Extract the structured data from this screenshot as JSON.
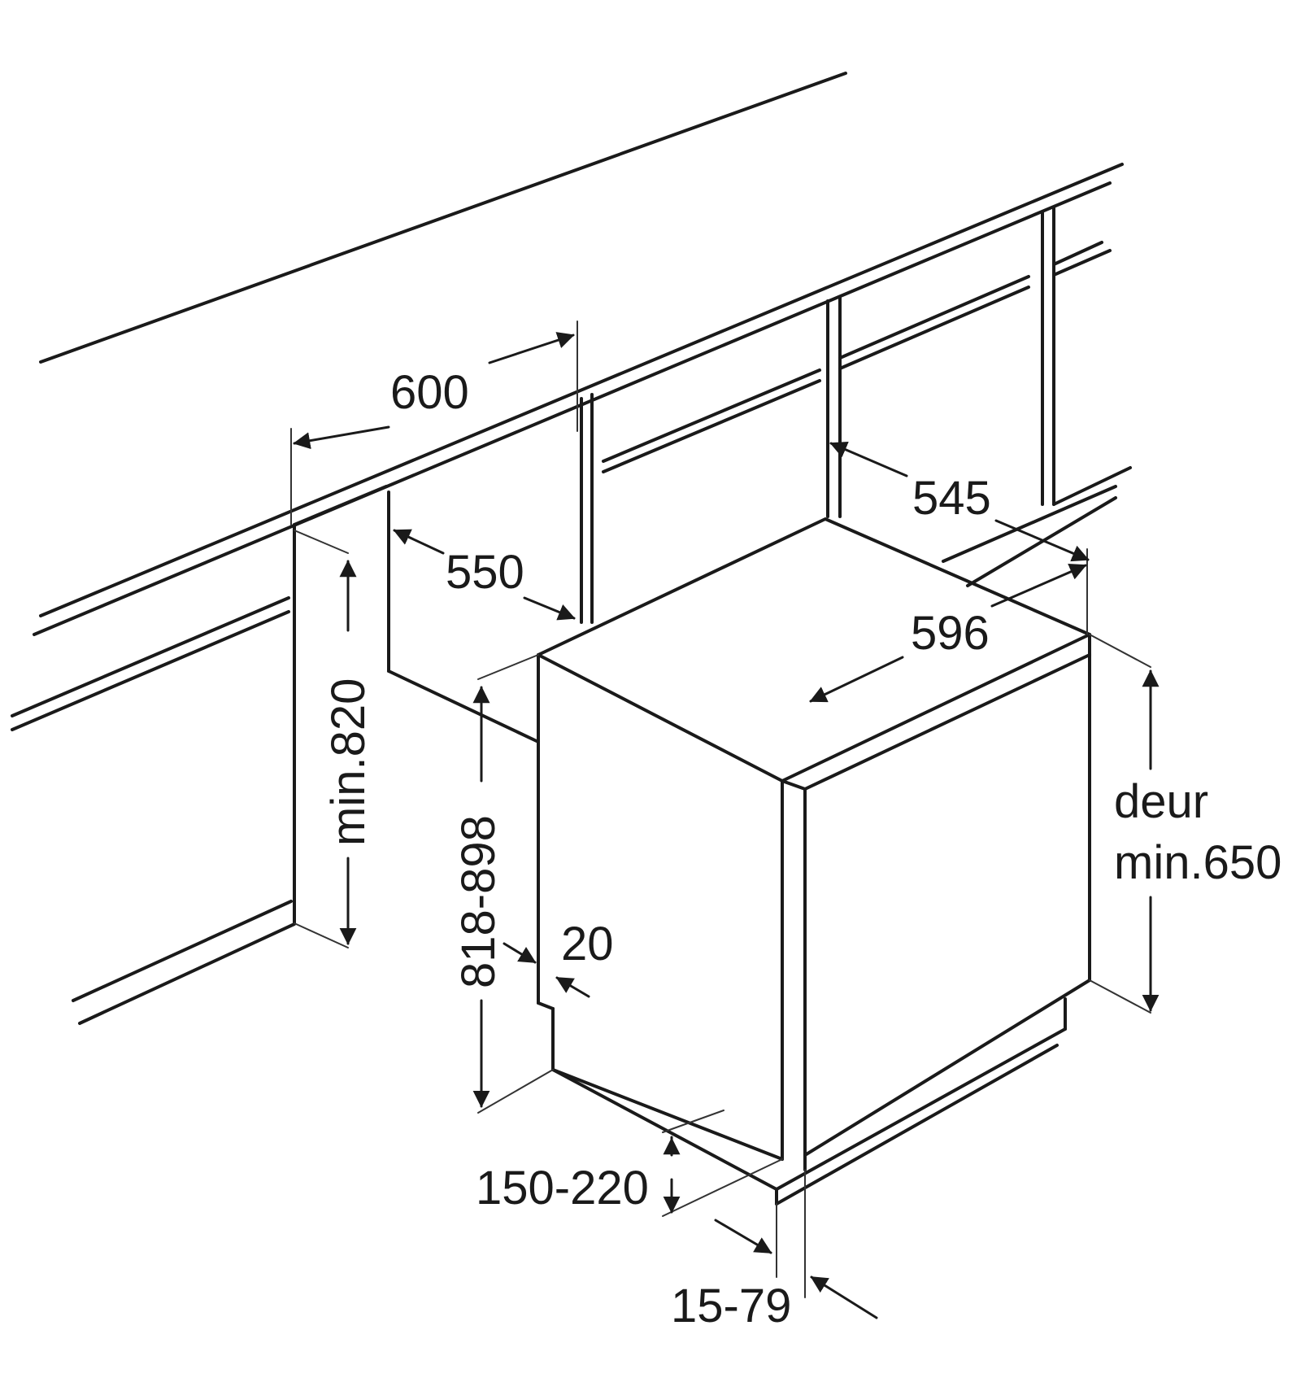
{
  "labels": {
    "width_600": "600",
    "opening_550": "550",
    "depth_545": "545",
    "width_596": "596",
    "height_min820": "min.820",
    "height_818_898": "818-898",
    "gap_20": "20",
    "door_word": "deur",
    "door_min650": "min.650",
    "plinth_150_220": "150-220",
    "offset_15_79": "15-79"
  },
  "colors": {
    "line": "#1a1a1a",
    "background": "#ffffff"
  }
}
